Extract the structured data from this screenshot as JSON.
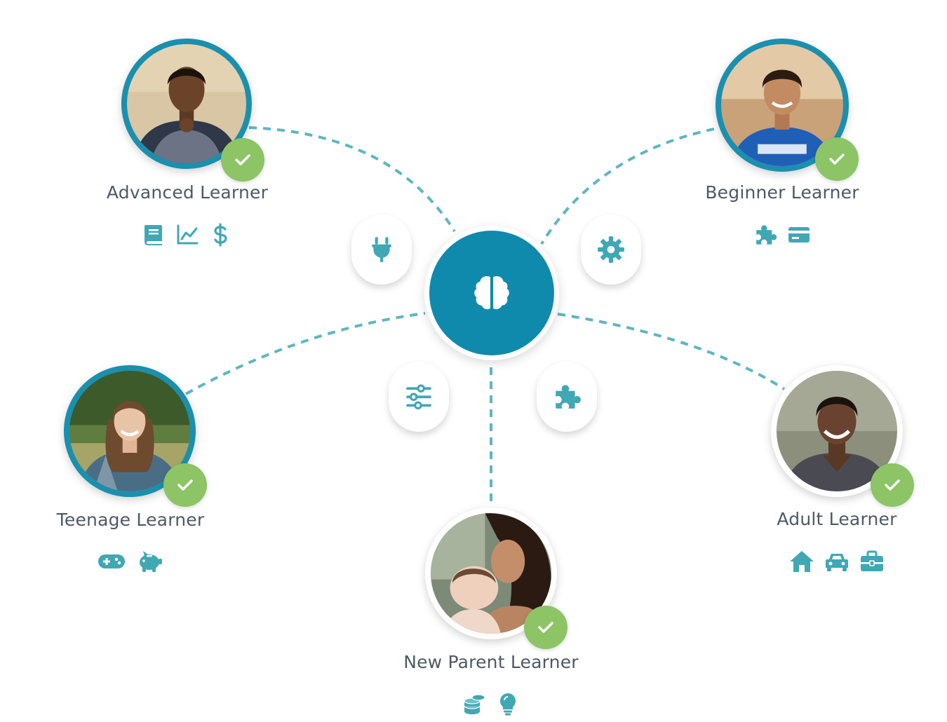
{
  "colors": {
    "accent": "#1b8fae",
    "hub": "#0f8aad",
    "icon": "#3fa8b4",
    "check": "#8cc466",
    "connector": "#5fb6bf",
    "label": "#4e5966"
  },
  "hub": {
    "icon": "brain-icon"
  },
  "tools": [
    {
      "icon": "plug-icon"
    },
    {
      "icon": "gear-icon"
    },
    {
      "icon": "sliders-icon"
    },
    {
      "icon": "puzzle-icon"
    }
  ],
  "personas": [
    {
      "label": "Advanced Learner",
      "icons": [
        "book-icon",
        "chart-line-icon",
        "dollar-icon"
      ],
      "status": "check-icon"
    },
    {
      "label": "Beginner Learner",
      "icons": [
        "puzzle-icon",
        "credit-card-icon"
      ],
      "status": "check-icon"
    },
    {
      "label": "Teenage Learner",
      "icons": [
        "gamepad-icon",
        "piggy-bank-icon"
      ],
      "status": "check-icon"
    },
    {
      "label": "Adult Learner",
      "icons": [
        "home-icon",
        "car-icon",
        "briefcase-icon"
      ],
      "status": "check-icon"
    },
    {
      "label": "New Parent Learner",
      "icons": [
        "coins-icon",
        "lightbulb-icon"
      ],
      "status": "check-icon"
    }
  ]
}
